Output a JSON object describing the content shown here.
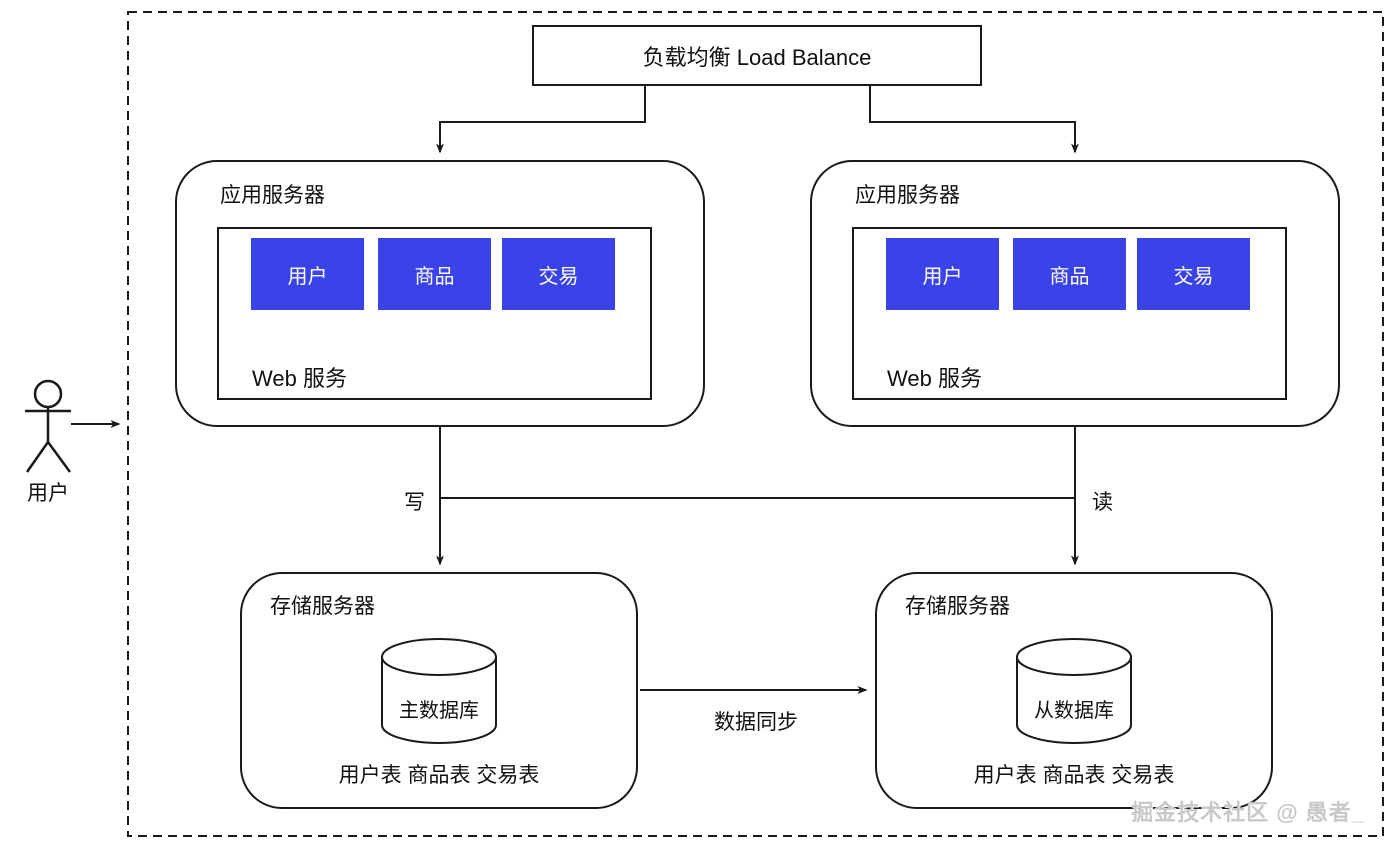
{
  "diagram": {
    "load_balancer": {
      "label": "负载均衡 Load Balance"
    },
    "actor": {
      "label": "用户"
    },
    "app_servers": [
      {
        "label": "应用服务器",
        "web_service": "Web 服务",
        "modules": [
          "用户",
          "商品",
          "交易"
        ]
      },
      {
        "label": "应用服务器",
        "web_service": "Web 服务",
        "modules": [
          "用户",
          "商品",
          "交易"
        ]
      }
    ],
    "storage_servers": [
      {
        "label": "存储服务器",
        "database": "主数据库",
        "tables": "用户表 商品表 交易表"
      },
      {
        "label": "存储服务器",
        "database": "从数据库",
        "tables": "用户表 商品表 交易表"
      }
    ],
    "edge_labels": {
      "write": "写",
      "read": "读",
      "sync": "数据同步"
    },
    "watermark": "掘金技术社区 @ 愚者_",
    "colors": {
      "module_fill": "#3A43E8",
      "module_text": "#FFFFFF",
      "line": "#1A1A1A",
      "watermark": "#C8C8C8",
      "background": "#FFFFFF"
    }
  }
}
